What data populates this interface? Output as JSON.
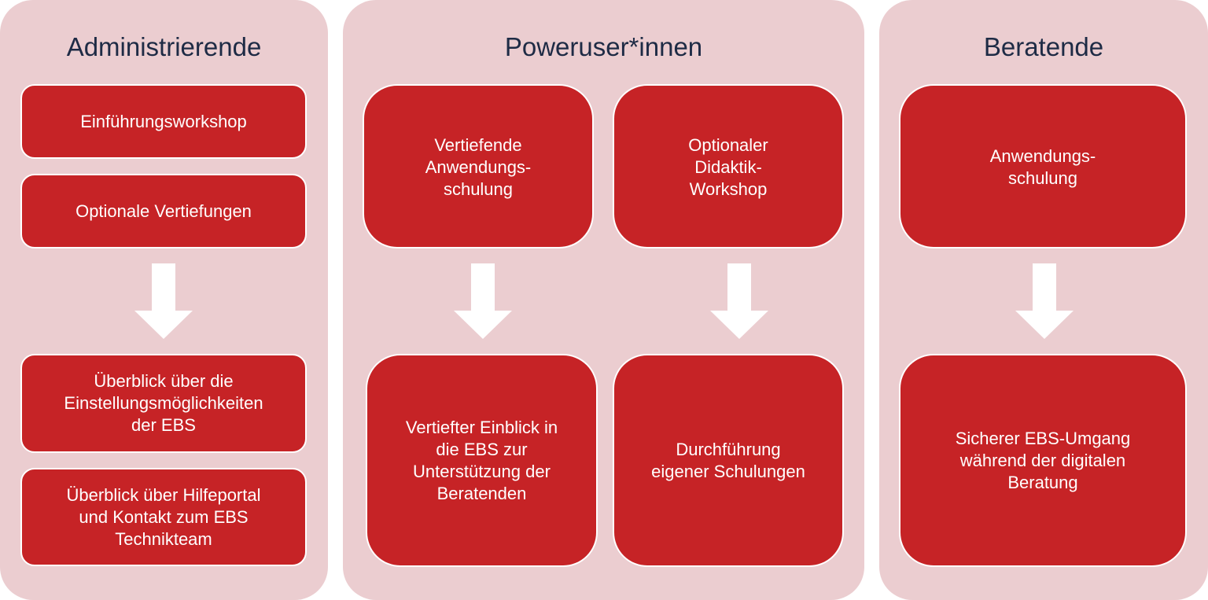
{
  "colors": {
    "panel_background": "#ebcdd0",
    "box_fill": "#c62326",
    "box_border": "#ffffff",
    "title_text": "#1e2b45",
    "box_text": "#ffffff",
    "arrow": "#ffffff"
  },
  "columns": [
    {
      "title": "Administrierende",
      "trainings": [
        "Einführungsworkshop",
        "Optionale Vertiefungen"
      ],
      "outcomes": [
        "Überblick über die\nEinstellungsmöglichkeiten\nder EBS",
        "Überblick über Hilfeportal\nund Kontakt zum EBS\nTechnikteam"
      ]
    },
    {
      "title": "Poweruser*innen",
      "trainings": [
        "Vertiefende\nAnwendungs-\nschulung",
        "Optionaler\nDidaktik-\nWorkshop"
      ],
      "outcomes": [
        "Vertiefter Einblick in\ndie EBS zur\nUnterstützung der\nBeratenden",
        "Durchführung\neigener Schulungen"
      ]
    },
    {
      "title": "Beratende",
      "trainings": [
        "Anwendungs-\nschulung"
      ],
      "outcomes": [
        "Sicherer EBS-Umgang\nwährend der digitalen\nBeratung"
      ]
    }
  ]
}
